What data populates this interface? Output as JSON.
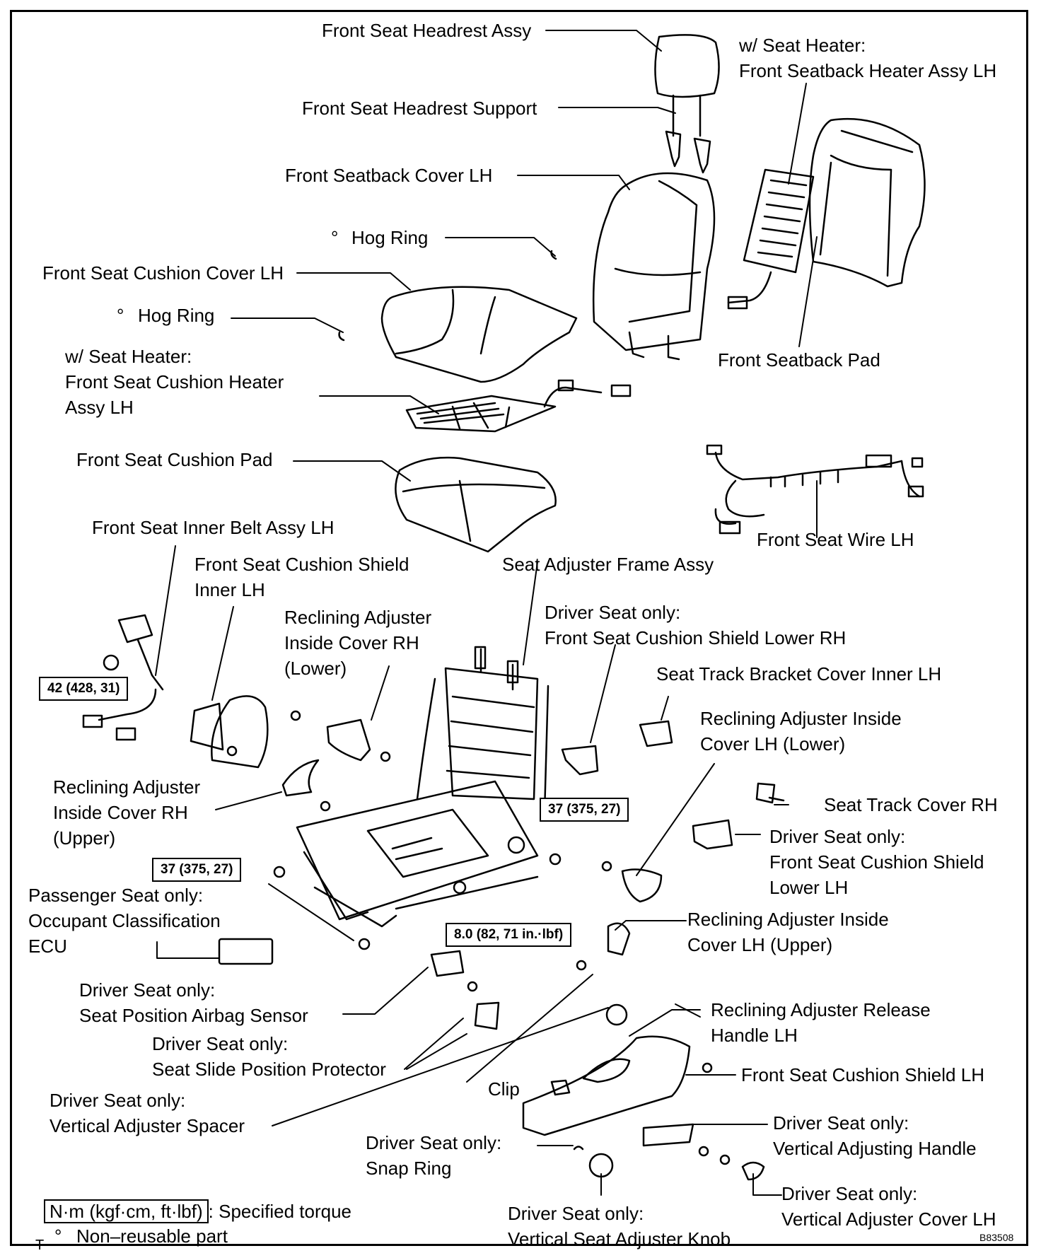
{
  "labels": {
    "headrest_assy": "Front Seat Headrest Assy",
    "heater_back_1": "w/ Seat Heater:",
    "heater_back_2": "Front Seatback Heater Assy LH",
    "headrest_support": "Front Seat Headrest Support",
    "seatback_cover": "Front Seatback Cover LH",
    "hog_ring_1": "Hog Ring",
    "cushion_cover": "Front Seat Cushion Cover LH",
    "hog_ring_2": "Hog Ring",
    "heater_cushion_1": "w/ Seat Heater:",
    "heater_cushion_2": "Front Seat Cushion Heater",
    "heater_cushion_3": "Assy LH",
    "seatback_pad": "Front Seatback Pad",
    "cushion_pad": "Front Seat Cushion Pad",
    "wire_lh": "Front Seat Wire LH",
    "inner_belt": "Front Seat Inner  Belt Assy LH",
    "shield_inner_1": "Front Seat Cushion Shield",
    "shield_inner_2": "Inner LH",
    "frame_assy": "Seat Adjuster Frame Assy",
    "rh_lower_1": "Reclining Adjuster",
    "rh_lower_2": "Inside Cover RH",
    "rh_lower_3": "(Lower)",
    "shield_lower_rh_1": "Driver Seat only:",
    "shield_lower_rh_2": "Front Seat Cushion Shield Lower RH",
    "track_bracket": "Seat Track Bracket Cover Inner LH",
    "lh_lower_1": "Reclining Adjuster Inside",
    "lh_lower_2": "Cover LH (Lower)",
    "rh_upper_1": "Reclining Adjuster",
    "rh_upper_2": "Inside Cover RH",
    "rh_upper_3": "(Upper)",
    "track_cover_rh": "Seat Track Cover RH",
    "shield_lower_lh_1": "Driver Seat only:",
    "shield_lower_lh_2": "Front Seat Cushion Shield",
    "shield_lower_lh_3": "Lower LH",
    "occupant_1": "Passenger Seat only:",
    "occupant_2": "Occupant Classification",
    "occupant_3": "ECU",
    "lh_upper_1": "Reclining Adjuster Inside",
    "lh_upper_2": "Cover LH (Upper)",
    "airbag_1": "Driver Seat only:",
    "airbag_2": "Seat Position Airbag Sensor",
    "release_1": "Reclining Adjuster Release",
    "release_2": "Handle LH",
    "protector_1": "Driver Seat only:",
    "protector_2": "Seat Slide Position Protector",
    "clip": "Clip",
    "shield_lh": "Front Seat Cushion Shield LH",
    "spacer_1": "Driver Seat only:",
    "spacer_2": "Vertical Adjuster Spacer",
    "handle_1": "Driver Seat only:",
    "handle_2": "Vertical Adjusting Handle",
    "snap_1": "Driver Seat only:",
    "snap_2": "Snap Ring",
    "adj_cover_1": "Driver Seat only:",
    "adj_cover_2": "Vertical Adjuster Cover LH",
    "knob_1": "Driver Seat only:",
    "knob_2": "Vertical Seat Adjuster Knob"
  },
  "torque": {
    "belt": "42 (428, 31)",
    "right": "37 (375, 27)",
    "left": "37 (375, 27)",
    "sensor": "8.0 (82, 71 in.·lbf)"
  },
  "legend": {
    "unit": "N·m (kgf·cm, ft·lbf)",
    "unit_desc": ": Specified torque",
    "nonreusable_mark": "°",
    "nonreusable_desc": "Non–reusable part",
    "hog_mark": "°",
    "corner_mark": "T"
  },
  "code": "B83508"
}
